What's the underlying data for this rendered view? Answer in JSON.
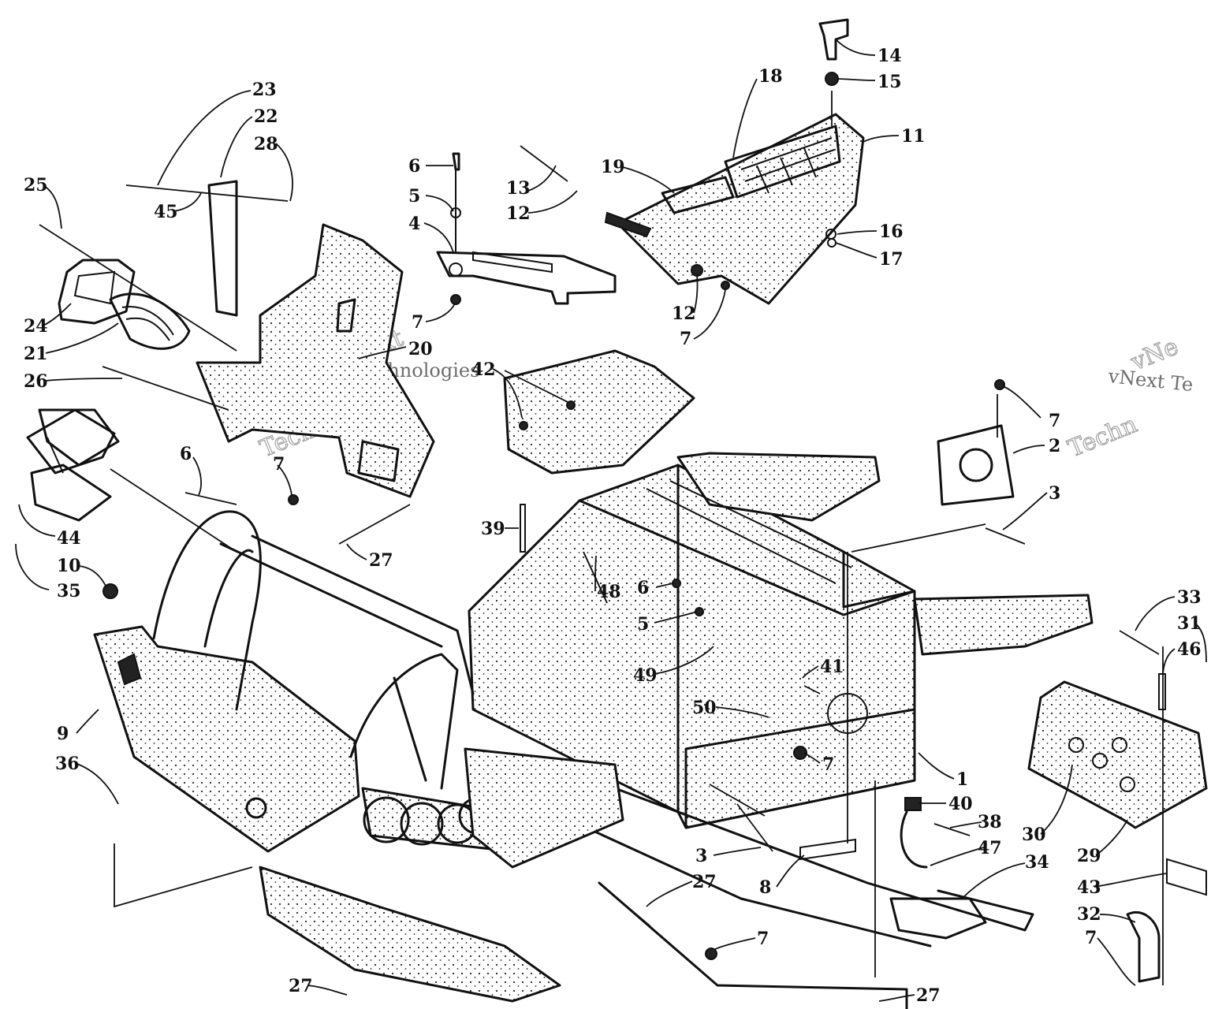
{
  "watermarks": [
    {
      "text": "vNext",
      "style": "outline"
    },
    {
      "text": "vNext Technologies",
      "style": "solid"
    },
    {
      "text": "Technologies",
      "style": "outline"
    },
    {
      "text": "vNext Te",
      "style": "solid"
    },
    {
      "text": "vNe",
      "style": "outline"
    },
    {
      "text": "Techn",
      "style": "outline"
    }
  ],
  "callouts": [
    {
      "id": "c14",
      "label": "14"
    },
    {
      "id": "c15",
      "label": "15"
    },
    {
      "id": "c18",
      "label": "18"
    },
    {
      "id": "c11",
      "label": "11"
    },
    {
      "id": "c19",
      "label": "19"
    },
    {
      "id": "c13",
      "label": "13"
    },
    {
      "id": "c12a",
      "label": "12"
    },
    {
      "id": "c16",
      "label": "16"
    },
    {
      "id": "c17",
      "label": "17"
    },
    {
      "id": "c12b",
      "label": "12"
    },
    {
      "id": "c7a",
      "label": "7"
    },
    {
      "id": "c6a",
      "label": "6"
    },
    {
      "id": "c5a",
      "label": "5"
    },
    {
      "id": "c4",
      "label": "4"
    },
    {
      "id": "c7b",
      "label": "7"
    },
    {
      "id": "c23",
      "label": "23"
    },
    {
      "id": "c22",
      "label": "22"
    },
    {
      "id": "c28",
      "label": "28"
    },
    {
      "id": "c25",
      "label": "25"
    },
    {
      "id": "c45",
      "label": "45"
    },
    {
      "id": "c24",
      "label": "24"
    },
    {
      "id": "c21",
      "label": "21"
    },
    {
      "id": "c20",
      "label": "20"
    },
    {
      "id": "c26",
      "label": "26"
    },
    {
      "id": "c42",
      "label": "42"
    },
    {
      "id": "c7c",
      "label": "7"
    },
    {
      "id": "c2",
      "label": "2"
    },
    {
      "id": "c3a",
      "label": "3"
    },
    {
      "id": "c6b",
      "label": "6"
    },
    {
      "id": "c7d",
      "label": "7"
    },
    {
      "id": "c44",
      "label": "44"
    },
    {
      "id": "c35",
      "label": "35"
    },
    {
      "id": "c10",
      "label": "10"
    },
    {
      "id": "c27a",
      "label": "27"
    },
    {
      "id": "c39",
      "label": "39"
    },
    {
      "id": "c48",
      "label": "48"
    },
    {
      "id": "c6c",
      "label": "6"
    },
    {
      "id": "c5b",
      "label": "5"
    },
    {
      "id": "c49",
      "label": "49"
    },
    {
      "id": "c41",
      "label": "41"
    },
    {
      "id": "c50",
      "label": "50"
    },
    {
      "id": "c7e",
      "label": "7"
    },
    {
      "id": "c33",
      "label": "33"
    },
    {
      "id": "c31",
      "label": "31"
    },
    {
      "id": "c46",
      "label": "46"
    },
    {
      "id": "c9",
      "label": "9"
    },
    {
      "id": "c36",
      "label": "36"
    },
    {
      "id": "c1",
      "label": "1"
    },
    {
      "id": "c40",
      "label": "40"
    },
    {
      "id": "c38",
      "label": "38"
    },
    {
      "id": "c47",
      "label": "47"
    },
    {
      "id": "c30",
      "label": "30"
    },
    {
      "id": "c29",
      "label": "29"
    },
    {
      "id": "c3b",
      "label": "3"
    },
    {
      "id": "c8",
      "label": "8"
    },
    {
      "id": "c34",
      "label": "34"
    },
    {
      "id": "c43",
      "label": "43"
    },
    {
      "id": "c27b",
      "label": "27"
    },
    {
      "id": "c32",
      "label": "32"
    },
    {
      "id": "c7f",
      "label": "7"
    },
    {
      "id": "c7g",
      "label": "7"
    },
    {
      "id": "c27c",
      "label": "27"
    },
    {
      "id": "c27d",
      "label": "27"
    }
  ]
}
